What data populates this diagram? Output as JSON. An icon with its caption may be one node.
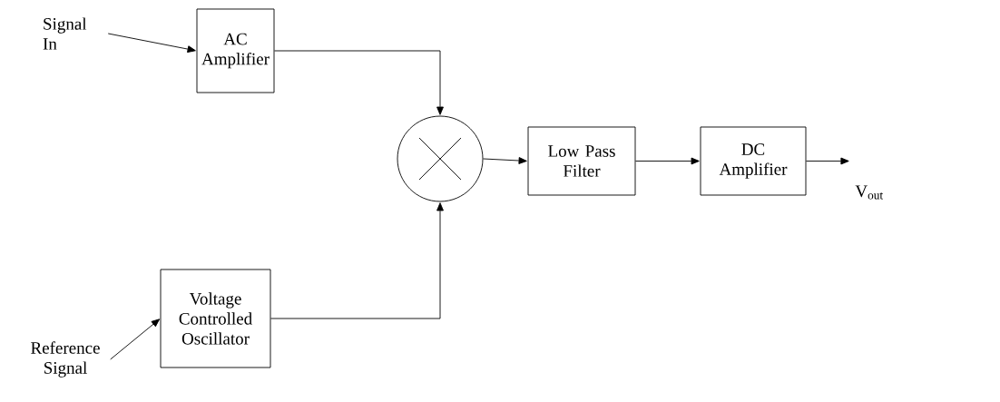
{
  "diagram": {
    "nodes": [
      {
        "text": [
          "Signal In"
        ]
      },
      {
        "text": [
          "AC Amplifier"
        ]
      },
      {
        "text": [],
        "shape": "circle"
      },
      {
        "text": [
          "Low Pass Filter"
        ]
      },
      {
        "text": [
          "DC Amplifier"
        ]
      },
      {
        "text": [
          "Reference Signal"
        ]
      },
      {
        "text": [
          "Voltage Controlled Oscillator"
        ]
      }
    ],
    "edges": [
      {
        "from": 0,
        "to": 1,
        "arrow": "to"
      },
      {
        "from": 1,
        "to": 2,
        "arrow": "to"
      },
      {
        "from": 6,
        "to": 2,
        "arrow": "to"
      },
      {
        "from": 2,
        "to": 3,
        "arrow": "to"
      },
      {
        "from": 3,
        "to": 4,
        "arrow": "to"
      },
      {
        "from": 4,
        "to": null,
        "arrow": "to"
      },
      {
        "from": 5,
        "to": 6,
        "arrow": "to"
      }
    ],
    "labels": [
      "V$_{out}$"
    ]
  }
}
